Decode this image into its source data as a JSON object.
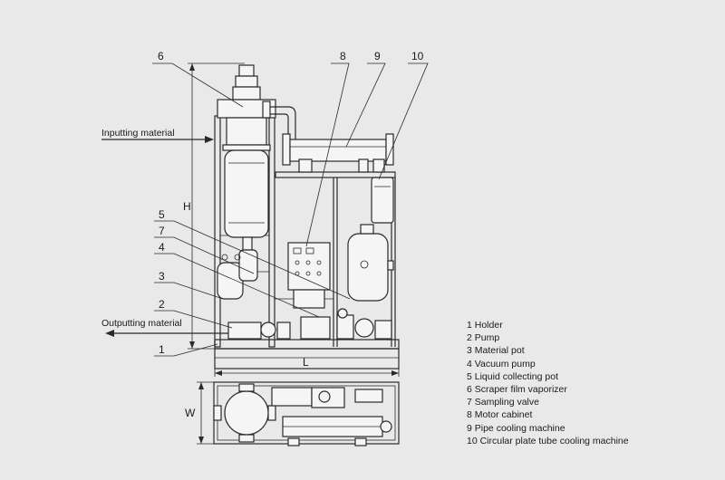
{
  "callouts": [
    "1",
    "2",
    "3",
    "4",
    "5",
    "6",
    "7",
    "8",
    "9",
    "10"
  ],
  "labels": {
    "inputting": "Inputting material",
    "outputting": "Outputting material",
    "dim_h": "H",
    "dim_l": "L",
    "dim_w": "W"
  },
  "legend": [
    "1 Holder",
    "2 Pump",
    "3 Material pot",
    "4 Vacuum pump",
    "5 Liquid collecting pot",
    "6 Scraper film vaporizer",
    "7 Sampling valve",
    "8 Motor cabinet",
    "9 Pipe cooling machine",
    "10 Circular plate tube cooling machine"
  ]
}
